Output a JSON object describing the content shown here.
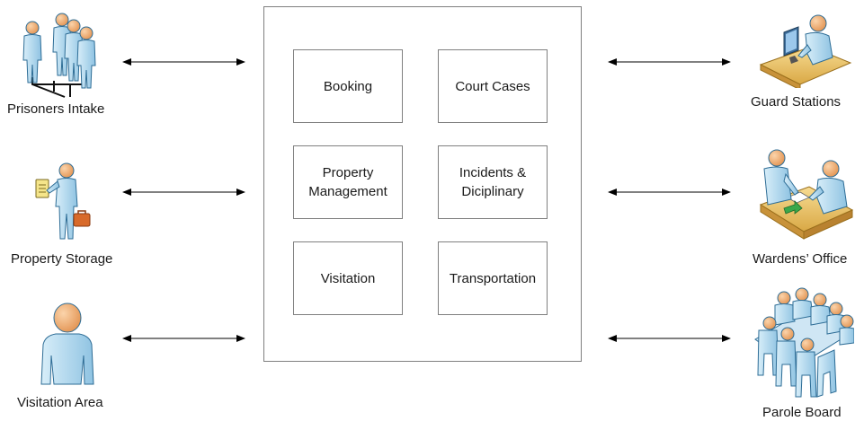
{
  "modules": [
    {
      "id": "booking",
      "label": "Booking"
    },
    {
      "id": "court-cases",
      "label": "Court Cases"
    },
    {
      "id": "property-management",
      "label": "Property\nManagement"
    },
    {
      "id": "incidents",
      "label": "Incidents &\nDiciplinary"
    },
    {
      "id": "visitation",
      "label": "Visitation"
    },
    {
      "id": "transportation",
      "label": "Transportation"
    }
  ],
  "left_entities": [
    {
      "label": "Prisoners Intake",
      "icon": "prisoners-group-icon"
    },
    {
      "label": "Property Storage",
      "icon": "person-with-briefcase-icon"
    },
    {
      "label": "Visitation Area",
      "icon": "person-icon"
    }
  ],
  "right_entities": [
    {
      "label": "Guard Stations",
      "icon": "guard-workstation-icon"
    },
    {
      "label": "Wardens’ Office",
      "icon": "office-meeting-icon"
    },
    {
      "label": "Parole Board",
      "icon": "board-meeting-icon"
    }
  ],
  "colors": {
    "person_fill": "#b9dcef",
    "person_stroke": "#2e6d96",
    "head_fill": "#f2b27a",
    "desk_fill": "#f0c770",
    "border": "#7f7f7f",
    "arrow": "#000000"
  }
}
